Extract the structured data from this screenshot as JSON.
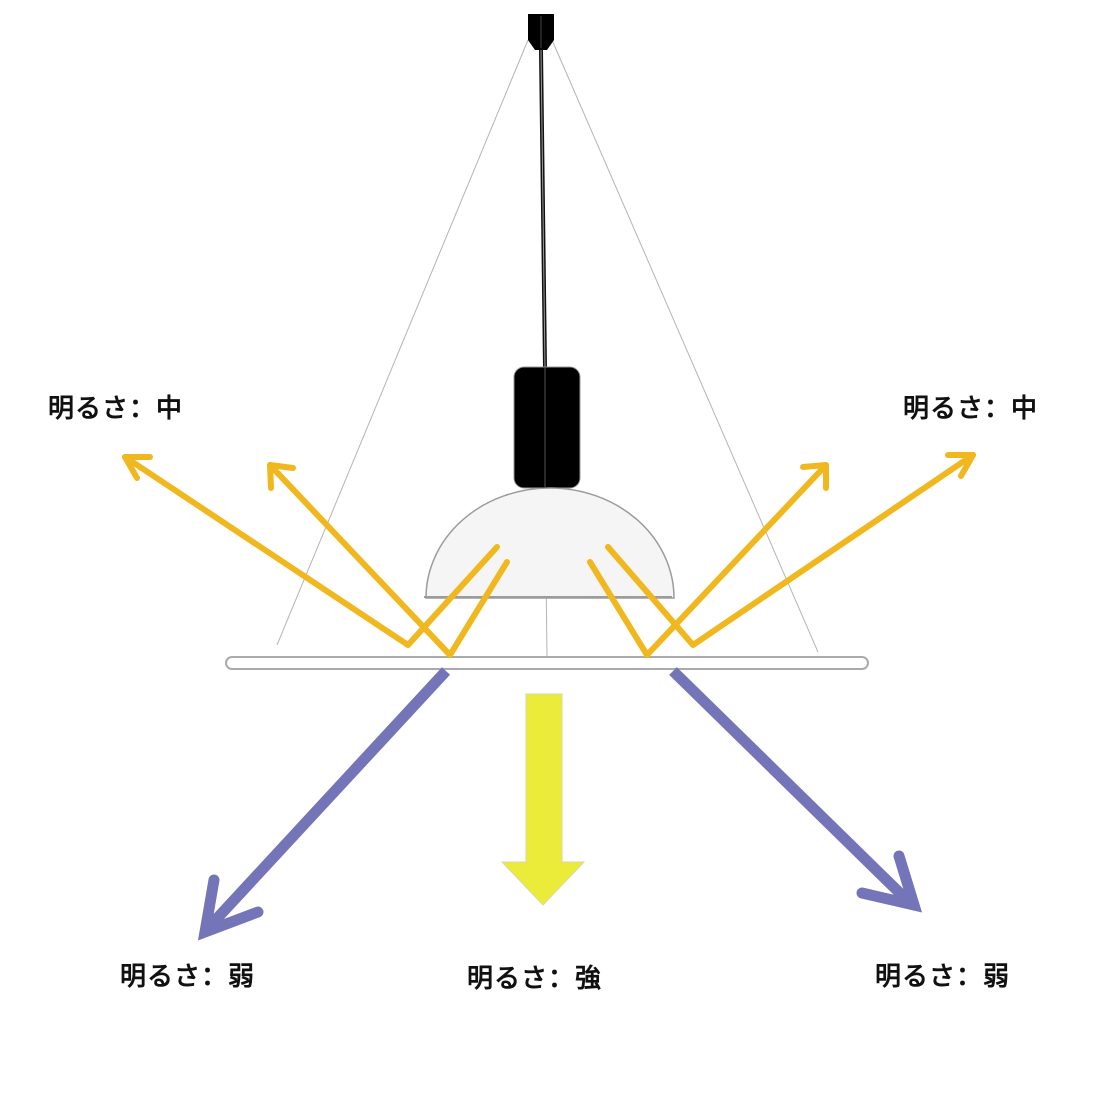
{
  "labels": {
    "upper_left": "明るさ：中",
    "upper_right": "明るさ：中",
    "lower_left": "明るさ：弱",
    "lower_center": "明るさ：強",
    "lower_right": "明るさ：弱"
  },
  "colors": {
    "reflected_light": "#f0b81e",
    "transmitted_side_light": "#7474b8",
    "direct_light": "#ebeb3a",
    "guide_line": "#b4b4b4",
    "lamp_fixture": "#000000",
    "shade": "#f5f5f5"
  }
}
